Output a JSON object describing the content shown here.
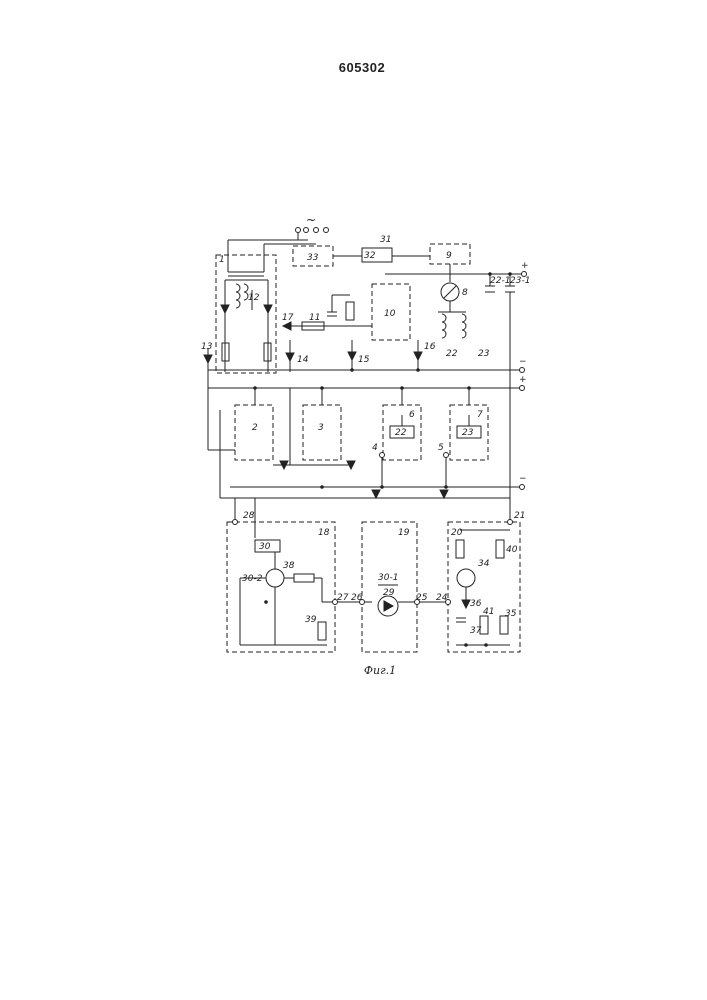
{
  "document_number": "605302",
  "caption": "Фиг.1",
  "supply": {
    "ac_symbol": "~",
    "plus": "+",
    "minus": "−"
  },
  "labels": [
    "1",
    "2",
    "3",
    "4",
    "5",
    "6",
    "7",
    "8",
    "9",
    "10",
    "11",
    "12",
    "13",
    "14",
    "15",
    "16",
    "17",
    "18",
    "19",
    "20",
    "21",
    "22",
    "23",
    "22-1",
    "23-1",
    "24",
    "25",
    "26",
    "27",
    "28",
    "29",
    "30",
    "30-1",
    "30-2",
    "31",
    "32",
    "33",
    "34",
    "35",
    "36",
    "37",
    "38",
    "39",
    "40",
    "41"
  ],
  "box_labels": {
    "relay_6": "22",
    "relay_7": "23",
    "relay_18": "30"
  },
  "colors": {
    "ink": "#222222",
    "paper": "#ffffff"
  }
}
